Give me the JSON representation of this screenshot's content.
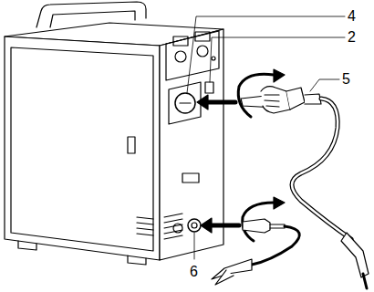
{
  "diagram": {
    "labels": [
      "4",
      "2",
      "5",
      "6"
    ]
  }
}
